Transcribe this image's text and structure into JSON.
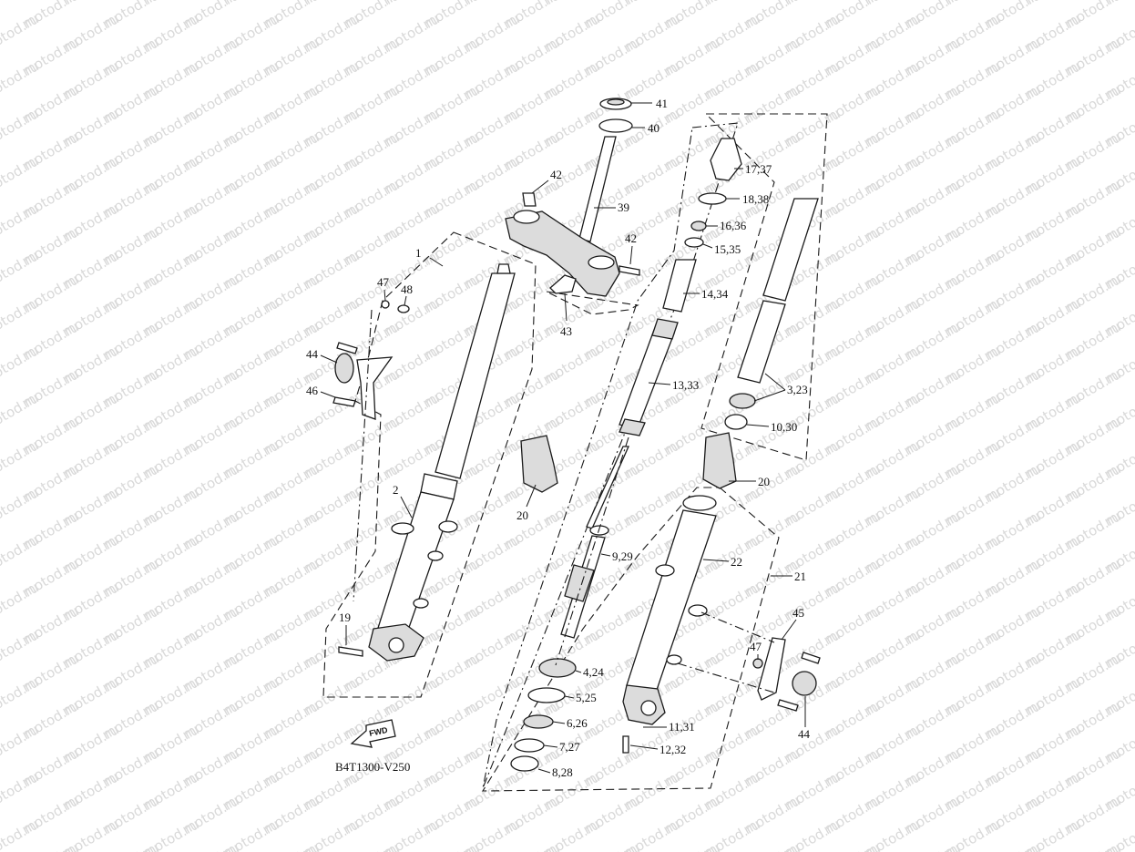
{
  "watermark_text": "motod.ru",
  "diagram_code": "B4T1300-V250",
  "fwd_arrow_label": "FWD",
  "labels": {
    "p1": "1",
    "p2": "2",
    "p19": "19",
    "p20a": "20",
    "p20b": "20",
    "p21": "21",
    "p22": "22",
    "p39": "39",
    "p40": "40",
    "p41": "41",
    "p42a": "42",
    "p42b": "42",
    "p43": "43",
    "p44a": "44",
    "p44b": "44",
    "p45": "45",
    "p46": "46",
    "p47a": "47",
    "p47b": "47",
    "p48": "48",
    "p3_23": "3,23",
    "p4_24": "4,24",
    "p5_25": "5,25",
    "p6_26": "6,26",
    "p7_27": "7,27",
    "p8_28": "8,28",
    "p9_29": "9,29",
    "p10_30": "10,30",
    "p11_31": "11,31",
    "p12_32": "12,32",
    "p13_33": "13,33",
    "p14_34": "14,34",
    "p15_35": "15,35",
    "p16_36": "16,36",
    "p17_37": "17,37",
    "p18_38": "18,38"
  }
}
